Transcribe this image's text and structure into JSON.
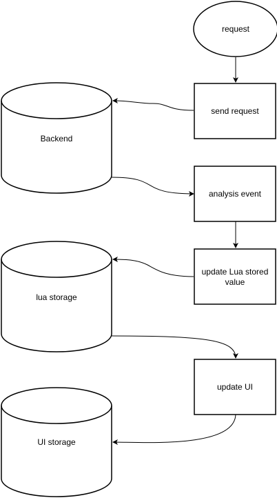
{
  "nodes": {
    "request": {
      "label": "request",
      "shape": "ellipse"
    },
    "send_request": {
      "label": "send request",
      "shape": "rectangle"
    },
    "analysis_event": {
      "label": "analysis event",
      "shape": "rectangle"
    },
    "update_lua": {
      "label_line1": "update Lua stored",
      "label_line2": "value",
      "shape": "rectangle"
    },
    "update_ui": {
      "label": "update UI",
      "shape": "rectangle"
    },
    "backend": {
      "label": "Backend",
      "shape": "cylinder"
    },
    "lua_storage": {
      "label": "lua storage",
      "shape": "cylinder"
    },
    "ui_storage": {
      "label": "UI storage",
      "shape": "cylinder"
    }
  },
  "edges": [
    {
      "from": "request",
      "to": "send_request"
    },
    {
      "from": "send_request",
      "to": "backend"
    },
    {
      "from": "backend",
      "to": "analysis_event"
    },
    {
      "from": "analysis_event",
      "to": "update_lua"
    },
    {
      "from": "update_lua",
      "to": "lua_storage"
    },
    {
      "from": "lua_storage",
      "to": "update_ui"
    },
    {
      "from": "update_ui",
      "to": "ui_storage"
    }
  ],
  "colors": {
    "stroke": "#000000",
    "fill": "#ffffff"
  }
}
